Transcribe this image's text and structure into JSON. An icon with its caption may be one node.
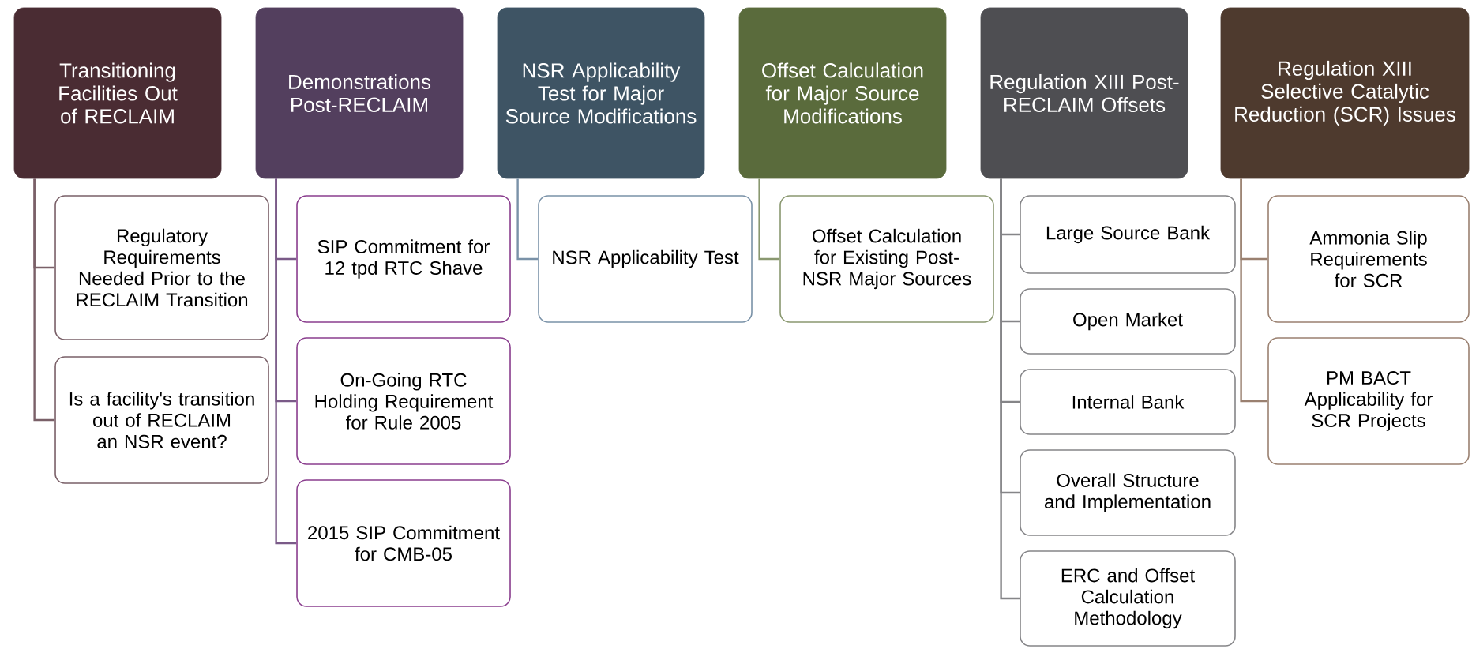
{
  "diagram": {
    "nodes": [
      {
        "text": [
          "Transitioning Facilities Out of RECLAIM"
        ]
      },
      {
        "text": [
          "Regulatory Requirements Needed Prior to the RECLAIM Transition"
        ]
      },
      {
        "text": [
          "Is a facility's transition out of RECLAIM an NSR event?"
        ]
      },
      {
        "text": [
          "Demonstrations Post-RECLAIM"
        ]
      },
      {
        "text": [
          "SIP Commitment for 12 tpd RTC Shave"
        ]
      },
      {
        "text": [
          "On-Going RTC Holding Requirement for Rule 2005"
        ]
      },
      {
        "text": [
          "2015 SIP Commitment for CMB-05"
        ]
      },
      {
        "text": [
          "NSR Applicability Test for Major Source Modifications"
        ]
      },
      {
        "text": [
          "NSR Applicability Test"
        ]
      },
      {
        "text": [
          "Offset Calculation for Major Source Modifications"
        ]
      },
      {
        "text": [
          "Offset Calculation for Existing Post-NSR Major Sources"
        ]
      },
      {
        "text": [
          "Regulation XIII Post-RECLAIM Offsets"
        ]
      },
      {
        "text": [
          "Large Source Bank"
        ]
      },
      {
        "text": [
          "Open Market"
        ]
      },
      {
        "text": [
          "Internal Bank"
        ]
      },
      {
        "text": [
          "Overall Structure and Implementation"
        ]
      },
      {
        "text": [
          "ERC and Offset Calculation Methodology"
        ]
      },
      {
        "text": [
          "Regulation XIII Selective Catalytic Reduction (SCR) Issues"
        ]
      },
      {
        "text": [
          "Ammonia Slip Requirements for SCR"
        ]
      },
      {
        "text": [
          "PM BACT Applicability for SCR Projects"
        ]
      }
    ],
    "edges": [
      {
        "from": 0,
        "to": 1,
        "arrow": "none"
      },
      {
        "from": 0,
        "to": 2,
        "arrow": "none"
      },
      {
        "from": 3,
        "to": 4,
        "arrow": "none"
      },
      {
        "from": 3,
        "to": 5,
        "arrow": "none"
      },
      {
        "from": 3,
        "to": 6,
        "arrow": "none"
      },
      {
        "from": 7,
        "to": 8,
        "arrow": "none"
      },
      {
        "from": 9,
        "to": 10,
        "arrow": "none"
      },
      {
        "from": 11,
        "to": 12,
        "arrow": "none"
      },
      {
        "from": 11,
        "to": 13,
        "arrow": "none"
      },
      {
        "from": 11,
        "to": 14,
        "arrow": "none"
      },
      {
        "from": 11,
        "to": 15,
        "arrow": "none"
      },
      {
        "from": 11,
        "to": 16,
        "arrow": "none"
      },
      {
        "from": 17,
        "to": 18,
        "arrow": "none"
      },
      {
        "from": 17,
        "to": 19,
        "arrow": "none"
      }
    ]
  }
}
